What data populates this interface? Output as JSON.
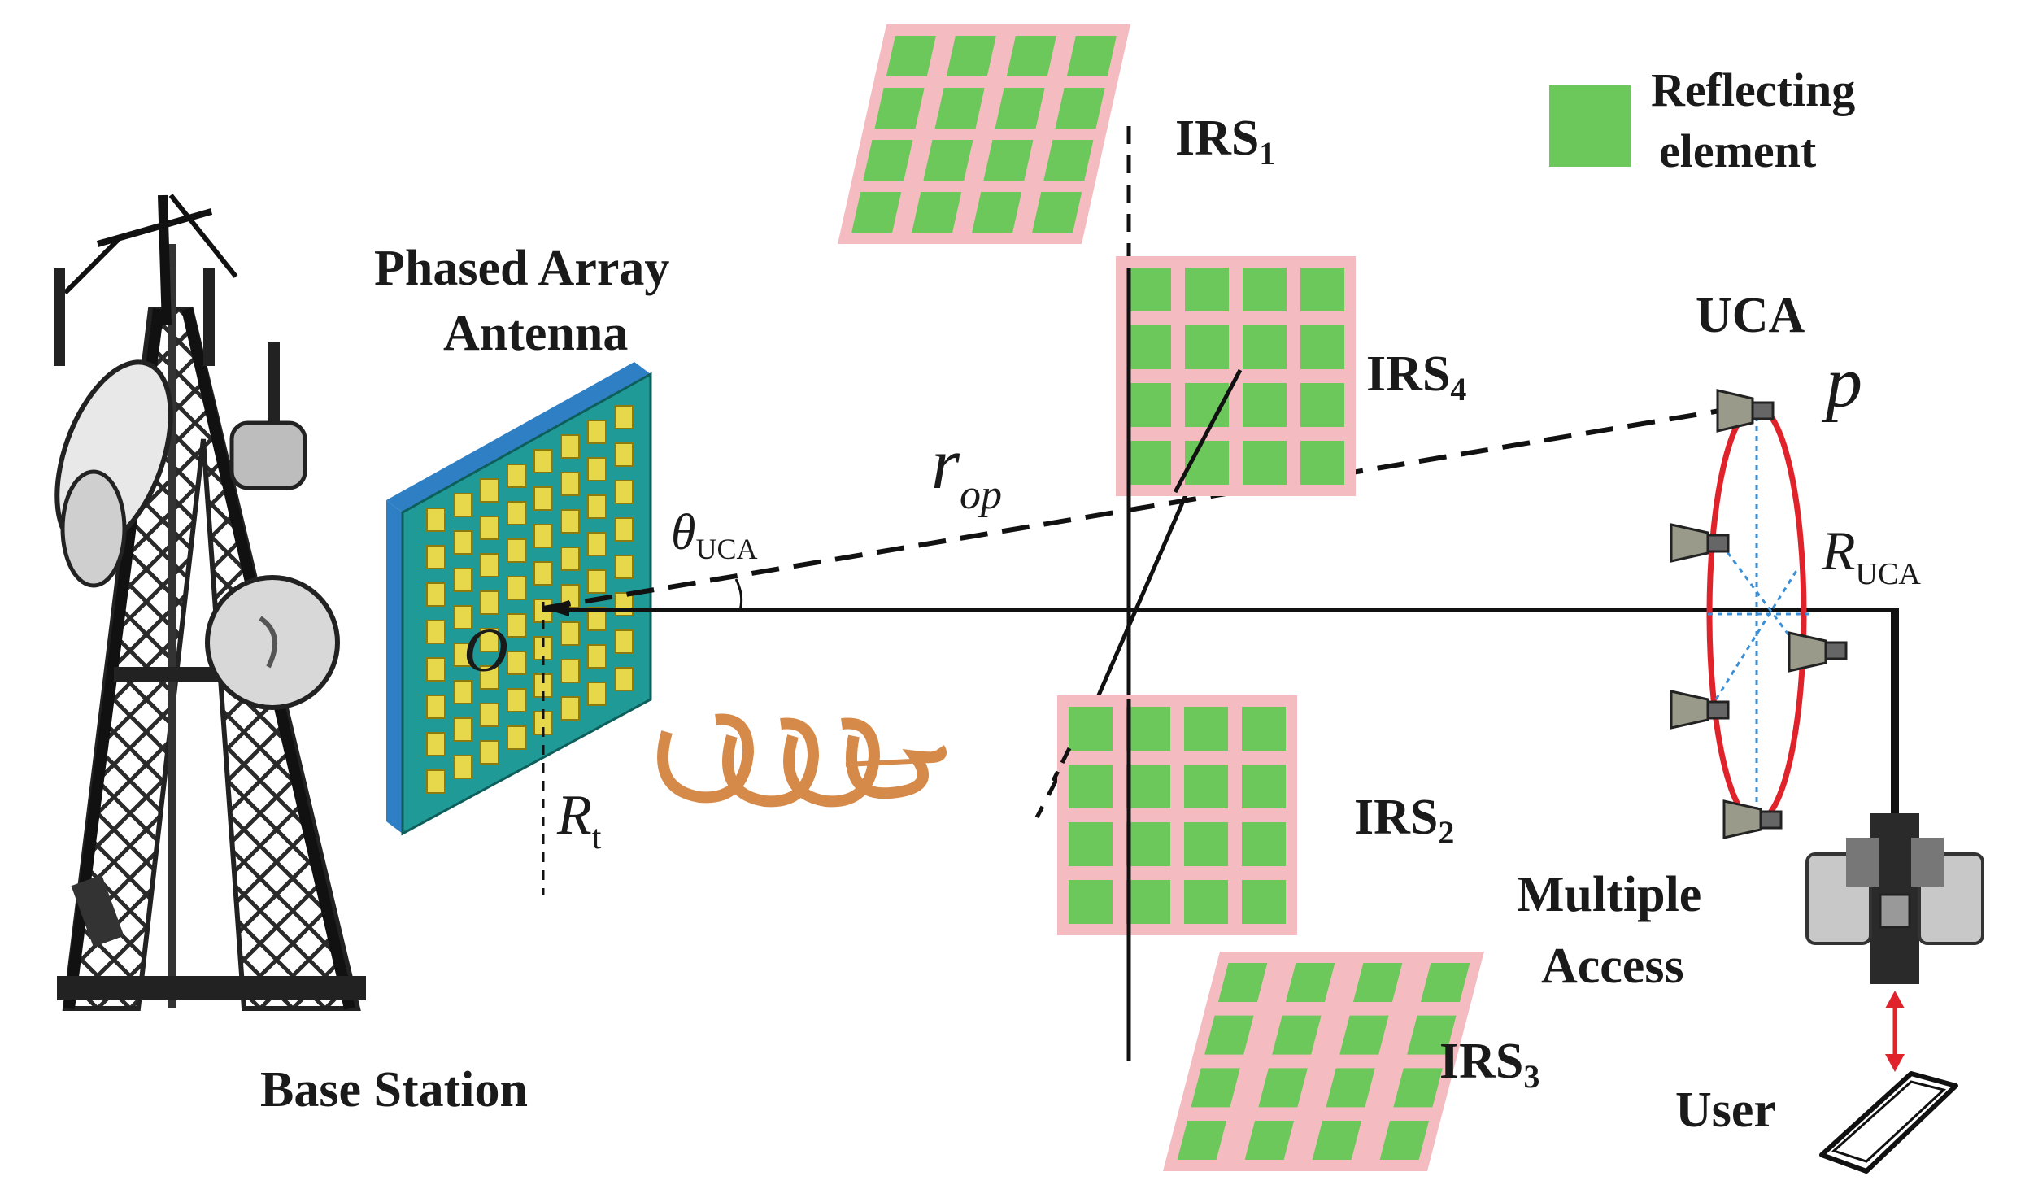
{
  "legend": {
    "line1": "Reflecting",
    "line2": "element",
    "color": "#6cc85a",
    "frame_color": "#f4bcc0"
  },
  "labels": {
    "irs1": "IRS",
    "irs1_sub": "1",
    "irs2": "IRS",
    "irs2_sub": "2",
    "irs3": "IRS",
    "irs3_sub": "3",
    "irs4": "IRS",
    "irs4_sub": "4",
    "phased_line1": "Phased Array",
    "phased_line2": "Antenna",
    "uca": "UCA",
    "p": "p",
    "r_op_main": "r",
    "r_op_sub": "op",
    "theta_main": "θ",
    "theta_sub": "UCA",
    "R_uca_main": "R",
    "R_uca_sub": "UCA",
    "origin": "O",
    "R_t_main": "R",
    "R_t_sub": "t",
    "multiple_line1": "Multiple",
    "multiple_line2": "Access",
    "base_station": "Base Station",
    "user": "User"
  },
  "colors": {
    "uca_ring": "#e0232b",
    "antenna_body": "#1f9a96",
    "antenna_side": "#2f7fc4",
    "antenna_element": "#e6d84a",
    "beam": "#d68a4a",
    "user_link": "#e0232b"
  }
}
